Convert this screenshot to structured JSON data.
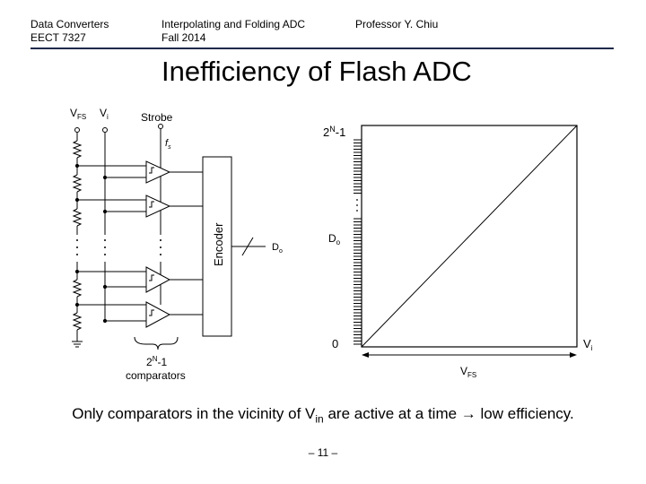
{
  "header": {
    "course_line1": "Data Converters",
    "course_line2": "EECT 7327",
    "topic_line1": "Interpolating and Folding ADC",
    "topic_line2": "Fall 2014",
    "author": "Professor Y. Chiu"
  },
  "slide_title": "Inefficiency of Flash ADC",
  "circuit": {
    "vref_label": "V",
    "vref_sub": "FS",
    "vin_label": "V",
    "vin_sub": "i",
    "strobe_label": "Strobe",
    "fs_label": "f",
    "fs_sub": "s",
    "encoder_label": "Encoder",
    "output_label": "D",
    "output_sub": "o",
    "count_label": "2",
    "count_sup": "N",
    "count_suffix": "-1",
    "comparators_label": "comparators"
  },
  "transfer_plot": {
    "y_top_label": "2",
    "y_top_sup": "N",
    "y_top_suffix": "-1",
    "y_axis_label": "D",
    "y_axis_sub": "o",
    "y_zero_label": "0",
    "x_axis_label": "V",
    "x_axis_sub": "i",
    "x_range_label": "V",
    "x_range_sub": "FS"
  },
  "caption": {
    "part1": "Only comparators in the vicinity of V",
    "sub": "in",
    "part2": " are active at a time → low efficiency."
  },
  "page_number": "– 11 –"
}
